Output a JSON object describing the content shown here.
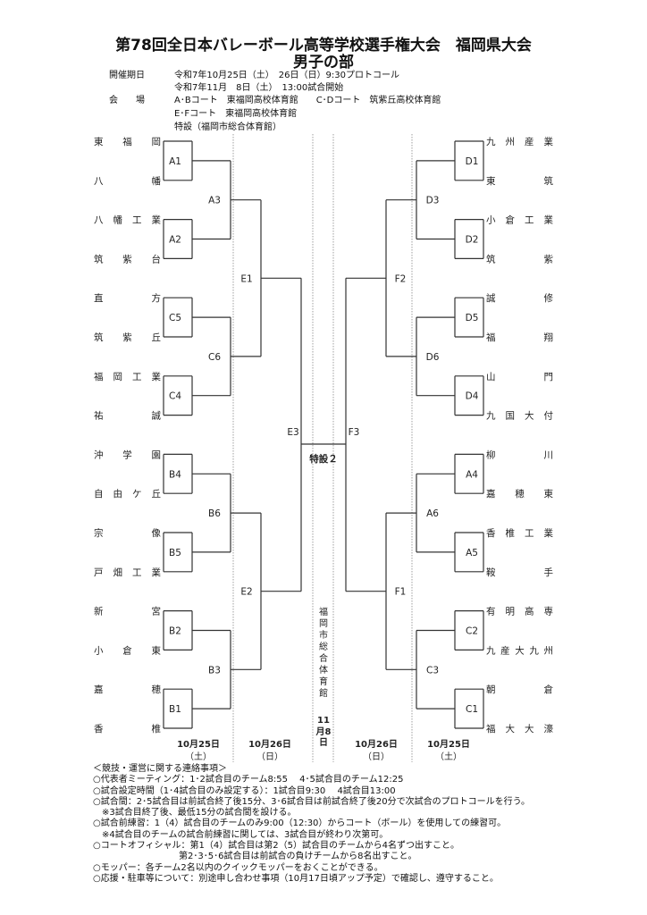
{
  "title": "第78回全日本バレーボール高等学校選手権大会　福岡県大会",
  "subtitle": "男子の部",
  "info": {
    "date_label": "開催期日",
    "date_line1": "令和7年10月25日（土）　26日（日）9:30プロトコール",
    "date_line2": "令和7年11月　8日（土）　13:00試合開始",
    "venue_label": "会　　場",
    "venue_line1": "A･Bコート　東福岡高校体育館　　C･Dコート　筑紫丘高校体育館",
    "venue_line2": "E･Fコート　東福岡高校体育館",
    "venue_line3": "特設（福岡市総合体育館）"
  },
  "bracket": {
    "left_teams": [
      "東福岡",
      "八幡",
      "八幡工業",
      "筑紫台",
      "直方",
      "筑紫丘",
      "福岡工業",
      "祐誠",
      "沖学園",
      "自由ケ丘",
      "宗像",
      "戸畑工業",
      "新宮",
      "小倉東",
      "嘉穂",
      "香椎"
    ],
    "right_teams": [
      "九州産業",
      "東筑",
      "小倉工業",
      "筑紫",
      "誠修",
      "福翔",
      "山門",
      "九国大付",
      "柳川",
      "嘉穂東",
      "香椎工業",
      "鞍手",
      "有明高専",
      "九産大九州",
      "朝倉",
      "福大大濠"
    ],
    "left_r1": [
      "A1",
      "A2",
      "C5",
      "C4",
      "B4",
      "B5",
      "B2",
      "B1"
    ],
    "left_r2": [
      "A3",
      "C6",
      "B6",
      "B3"
    ],
    "left_r3": [
      "E1",
      "E2"
    ],
    "left_r4": "E3",
    "right_r1": [
      "D1",
      "D2",
      "D5",
      "D4",
      "A4",
      "A5",
      "C2",
      "C1"
    ],
    "right_r2": [
      "D3",
      "D6",
      "A6",
      "C3"
    ],
    "right_r3": [
      "F2",
      "F1"
    ],
    "right_r4": "F3",
    "final": "特設２",
    "center_venue": "福岡市総合体育館",
    "center_date": "11月8日",
    "dates": [
      {
        "date": "10月25日",
        "day": "（土）"
      },
      {
        "date": "10月26日",
        "day": "（日）"
      },
      {
        "date": "10月26日",
        "day": "（日）"
      },
      {
        "date": "10月25日",
        "day": "（土）"
      }
    ]
  },
  "notes": [
    "＜競技・運営に関する連絡事項＞",
    "○代表者ミーティング：1･2試合目のチーム8:55　 4･5試合目のチーム12:25",
    "○試合設定時間（1･4試合目のみ設定する）：1試合目9:30　 4試合目13:00",
    "○試合間：2･5試合目は前試合終了後15分、3･6試合目は前試合終了後20分で次試合のプロトコールを行う。",
    "※3試合目終了後、最低15分の試合間を設ける。",
    "○試合前練習：1（4）試合目のチームのみ9:00（12:30）からコート（ボール）を使用しての練習可。",
    "※4試合目のチームの試合前練習に関しては、3試合目が終わり次第可。",
    "○コートオフィシャル：第1（4）試合目は第2（5）試合目のチームから4名ずつ出すこと。",
    "第2･3･5･6試合目は前試合の負けチームから8名出すこと。",
    "○モッパー：各チーム2名以内のクイックモッパーをおくことができる。",
    "○応援・駐車等について：別途申し合わせ事項（10月17日頃アップ予定）で確認し、遵守すること。"
  ]
}
